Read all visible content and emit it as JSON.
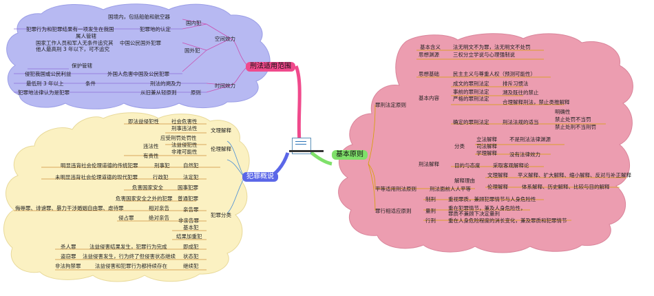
{
  "colors": {
    "blue_cloud": "#b7b9f2",
    "yellow_cloud": "#fbf1c2",
    "pink_cloud": "#ec9db0",
    "hub_pink": "#f04a8c",
    "hub_blue": "#5b67e8",
    "hub_green": "#7fe06a"
  },
  "center_icon": "document-icon",
  "hubs": {
    "scope": "刑法适用范围",
    "crime": "犯罪概说",
    "basic": "基本原则"
  },
  "scope": {
    "n1": "国境内，包括船舶和航空器",
    "n2": "犯罪行为和犯罪结果有一项发生在我国",
    "n3": "犯罪地的认定",
    "n4": "国内犯",
    "n5": "属人管辖",
    "n6": "国家工作人员和军人无条件追究其他人最高刑 3 年以下，可不追究",
    "n7": "中国公民国外犯罪",
    "n8": "国外犯",
    "n9": "空间效力",
    "n10": "保护管辖",
    "n11": "侵犯我国或公民利益",
    "n12": "外国人危害中国及公民犯罪",
    "n13": "最低刑 3 年以上",
    "n14": "条件",
    "n15": "犯罪地法律认为是犯罪",
    "n16": "刑法的溯及力",
    "n17": "时间效力",
    "n18": "从旧兼从轻原则",
    "n19": "原则"
  },
  "crime": {
    "c1": "即法益侵犯性",
    "c2": "社会危害性",
    "c3": "刑事违法性",
    "c4": "文理解释",
    "c5": "应受刑罚处罚性",
    "c6": "违法性",
    "c7": "法益侵犯性",
    "c8": "非难可能性",
    "c9": "伦理解释",
    "c10": "有责性",
    "c11": "明显违背社会伦理道德的传统犯罪",
    "c12": "刑事犯",
    "c13": "自然犯",
    "c14": "未明显违背社会伦理道德的现代犯罪",
    "c15": "行政犯",
    "c16": "法定犯",
    "c17": "危害国家安全",
    "c18": "国事犯罪",
    "c19": "危害国家安全之外的犯罪",
    "c20": "普通犯罪",
    "c21": "侮辱罪、诽谤罪、暴力干涉婚姻自由罪、虐待罪",
    "c22": "相对亲告",
    "c23": "亲告罪",
    "c24": "侵占罪",
    "c25": "绝对亲告",
    "c26": "非亲告罪",
    "c27": "犯罪分类",
    "c28": "基本犯",
    "c29": "结果加重犯",
    "c30": "杀人罪",
    "c31": "法益侵害结果发生，犯罪行为完成",
    "c32": "即成犯",
    "c33": "盗窃罪",
    "c34": "法益侵害发生，行为终了但侵害状态继续",
    "c35": "状态犯",
    "c36": "非法拘禁罪",
    "c37": "法益侵害和犯罪行为都持续存在",
    "c38": "继续犯"
  },
  "basic": {
    "b1": "基本含义",
    "b2": "法无明文不为罪，法无明文不处罚",
    "b3": "思想渊源",
    "b4": "三权分立学说与心理强制说",
    "b5": "思想基础",
    "b6": "民主主义与尊重人权（预测可能性）",
    "b7": "成文的罪刑法定",
    "b8": "排斥习惯法",
    "b9": "事前的罪刑法定",
    "b10": "溯及既往的禁止",
    "b11": "基本内容",
    "b12": "严格的罪刑法定",
    "b13": "合理解释刑法，禁止类推解释",
    "b14": "明确性",
    "b15": "禁止处罚不当罚",
    "b16": "确定的罪刑法定",
    "b17": "刑法法规的适当",
    "b18": "禁止处刑不当刑罚",
    "b19": "罪刑法定原则",
    "b20": "立法解释",
    "b21": "不是刑法法律渊源",
    "b22": "分类",
    "b23": "司法解释",
    "b24": "学理解释",
    "b25": "没有法律效力",
    "b26": "刑法解释",
    "b27": "目的与态度",
    "b28": "采取客观解释论",
    "b29": "文理解释",
    "b30": "平义解释、扩大解释、缩小解释、反对与补正解释",
    "b31": "解释理由",
    "b32": "伦理解释",
    "b33": "体系解释、历史解释、比较与目的解释",
    "b34": "平等适用刑法原则",
    "b35": "刑法面前人人平等",
    "b36": "制刑",
    "b37": "重视罪质，兼顾犯罪情节与人身危险性",
    "b38": "量刑",
    "b39": "重在犯罪情节，兼及人身危险性，",
    "b40": "罪行相适应原则",
    "b41": "罪质不兼顾下决定量刑",
    "b42": "行刑",
    "b43": "重在人身危险程度的消长变化，兼及罪质和犯罪情节"
  }
}
